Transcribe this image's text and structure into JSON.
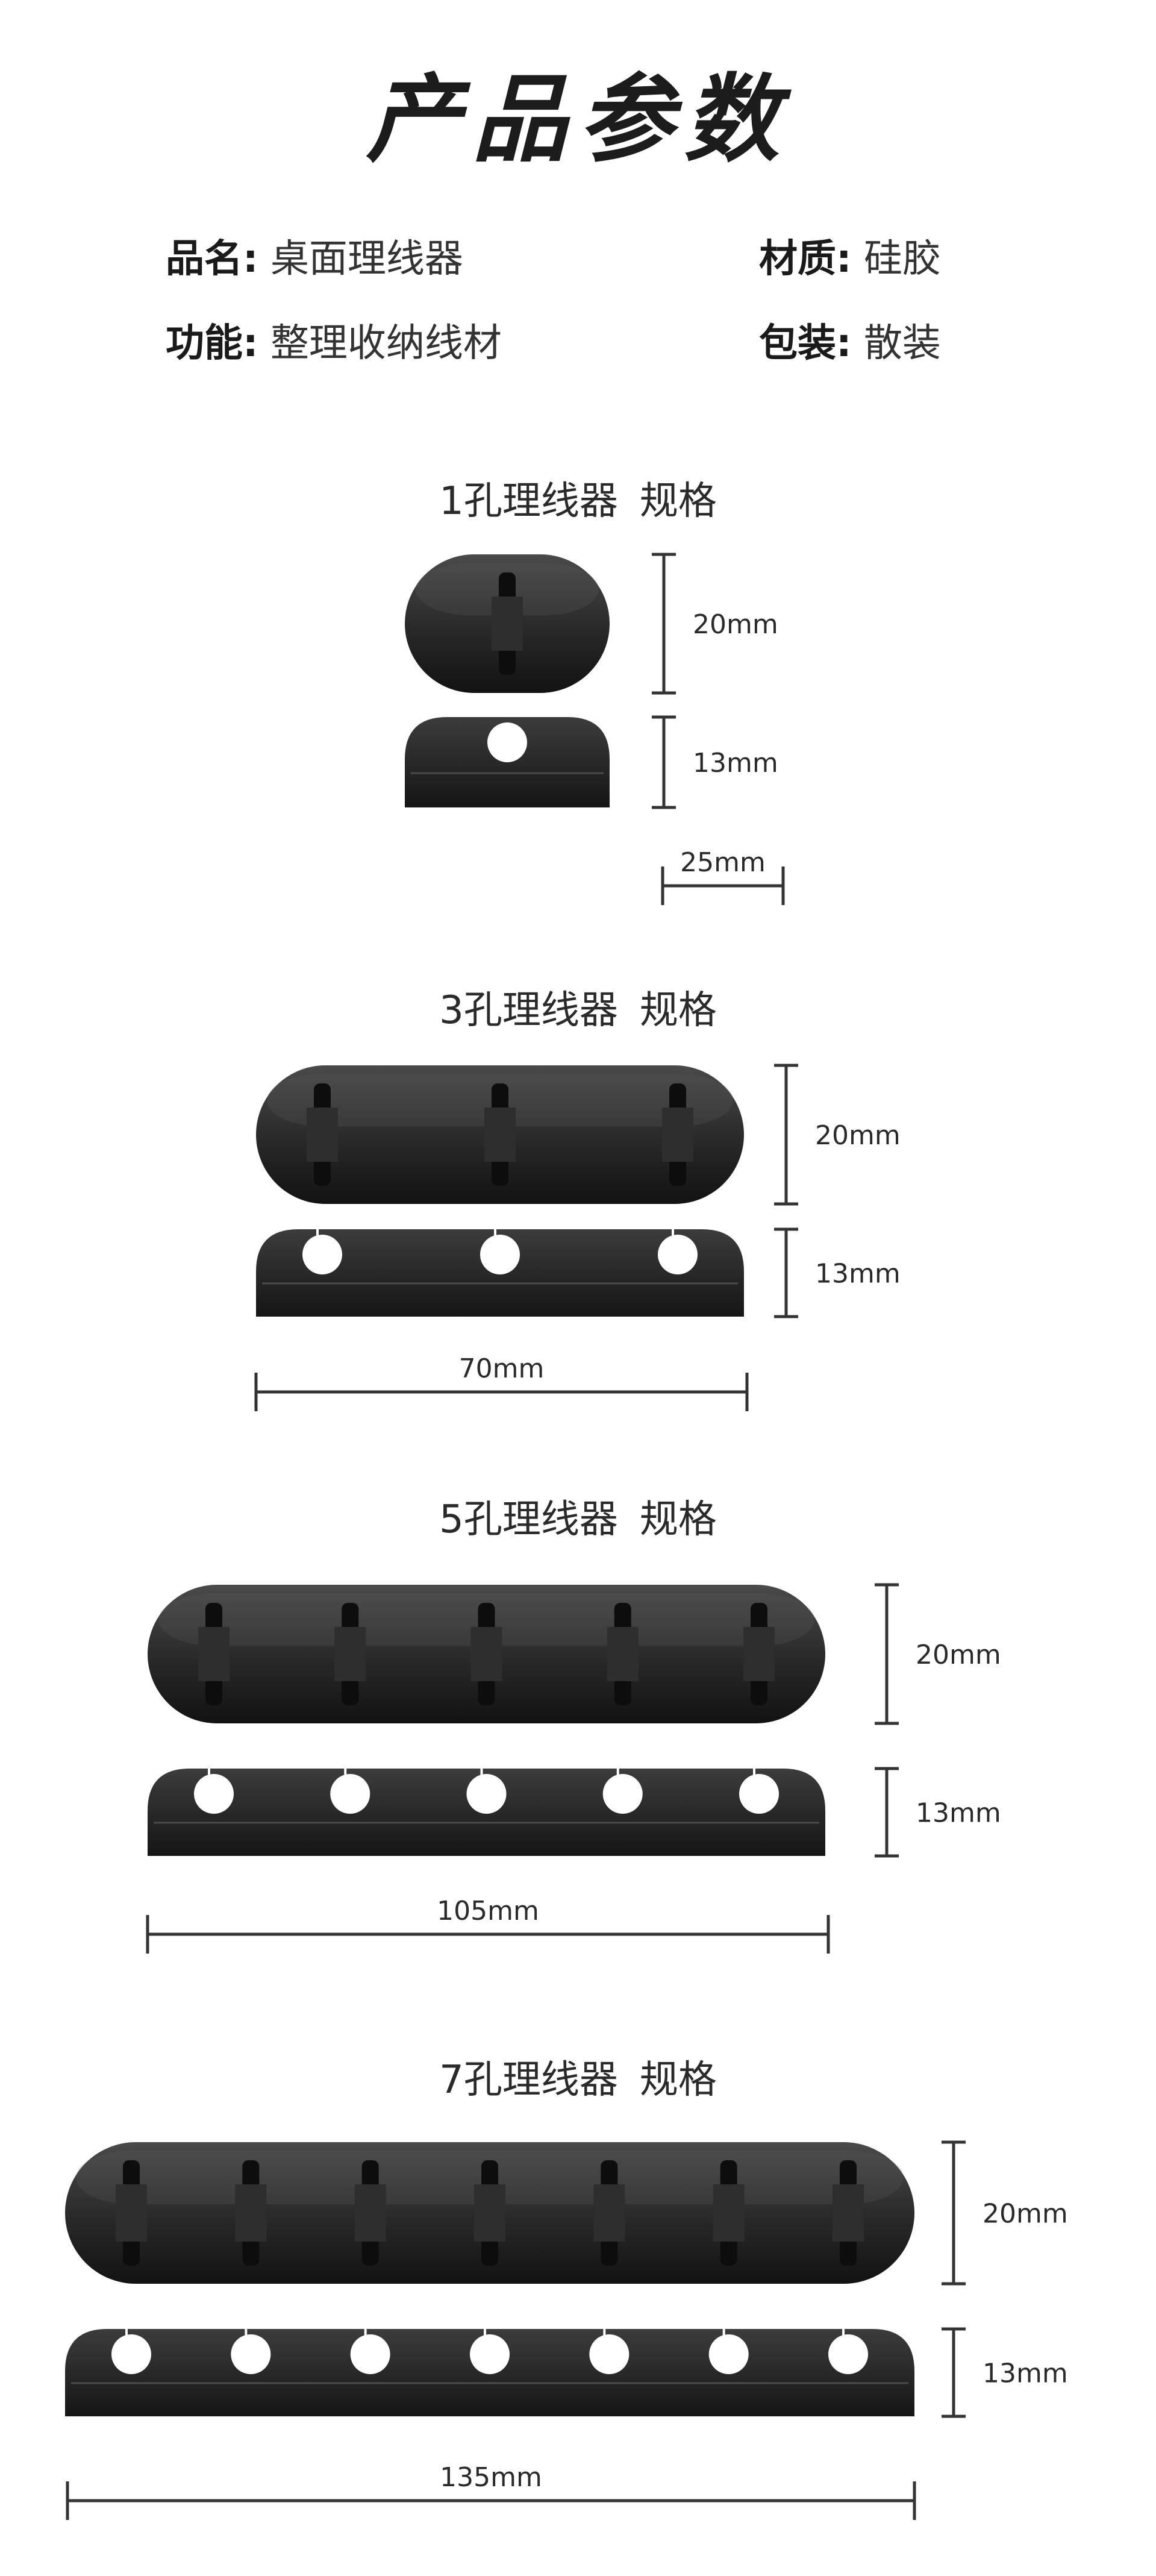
{
  "page_title": "产品参数",
  "specs": {
    "name_label": "品名:",
    "name_value": "桌面理线器",
    "material_label": "材质:",
    "material_value": "硅胶",
    "function_label": "功能:",
    "function_value": "整理收纳线材",
    "package_label": "包装:",
    "package_value": "散装"
  },
  "sections": [
    {
      "title": "1孔理线器",
      "suffix": "规格",
      "holes": 1,
      "width_label": "25mm",
      "height_label": "20mm",
      "depth_label": "13mm"
    },
    {
      "title": "3孔理线器",
      "suffix": "规格",
      "holes": 3,
      "width_label": "70mm",
      "height_label": "20mm",
      "depth_label": "13mm"
    },
    {
      "title": "5孔理线器",
      "suffix": "规格",
      "holes": 5,
      "width_label": "105mm",
      "height_label": "20mm",
      "depth_label": "13mm"
    },
    {
      "title": "7孔理线器",
      "suffix": "规格",
      "holes": 7,
      "width_label": "135mm",
      "height_label": "20mm",
      "depth_label": "13mm"
    }
  ]
}
